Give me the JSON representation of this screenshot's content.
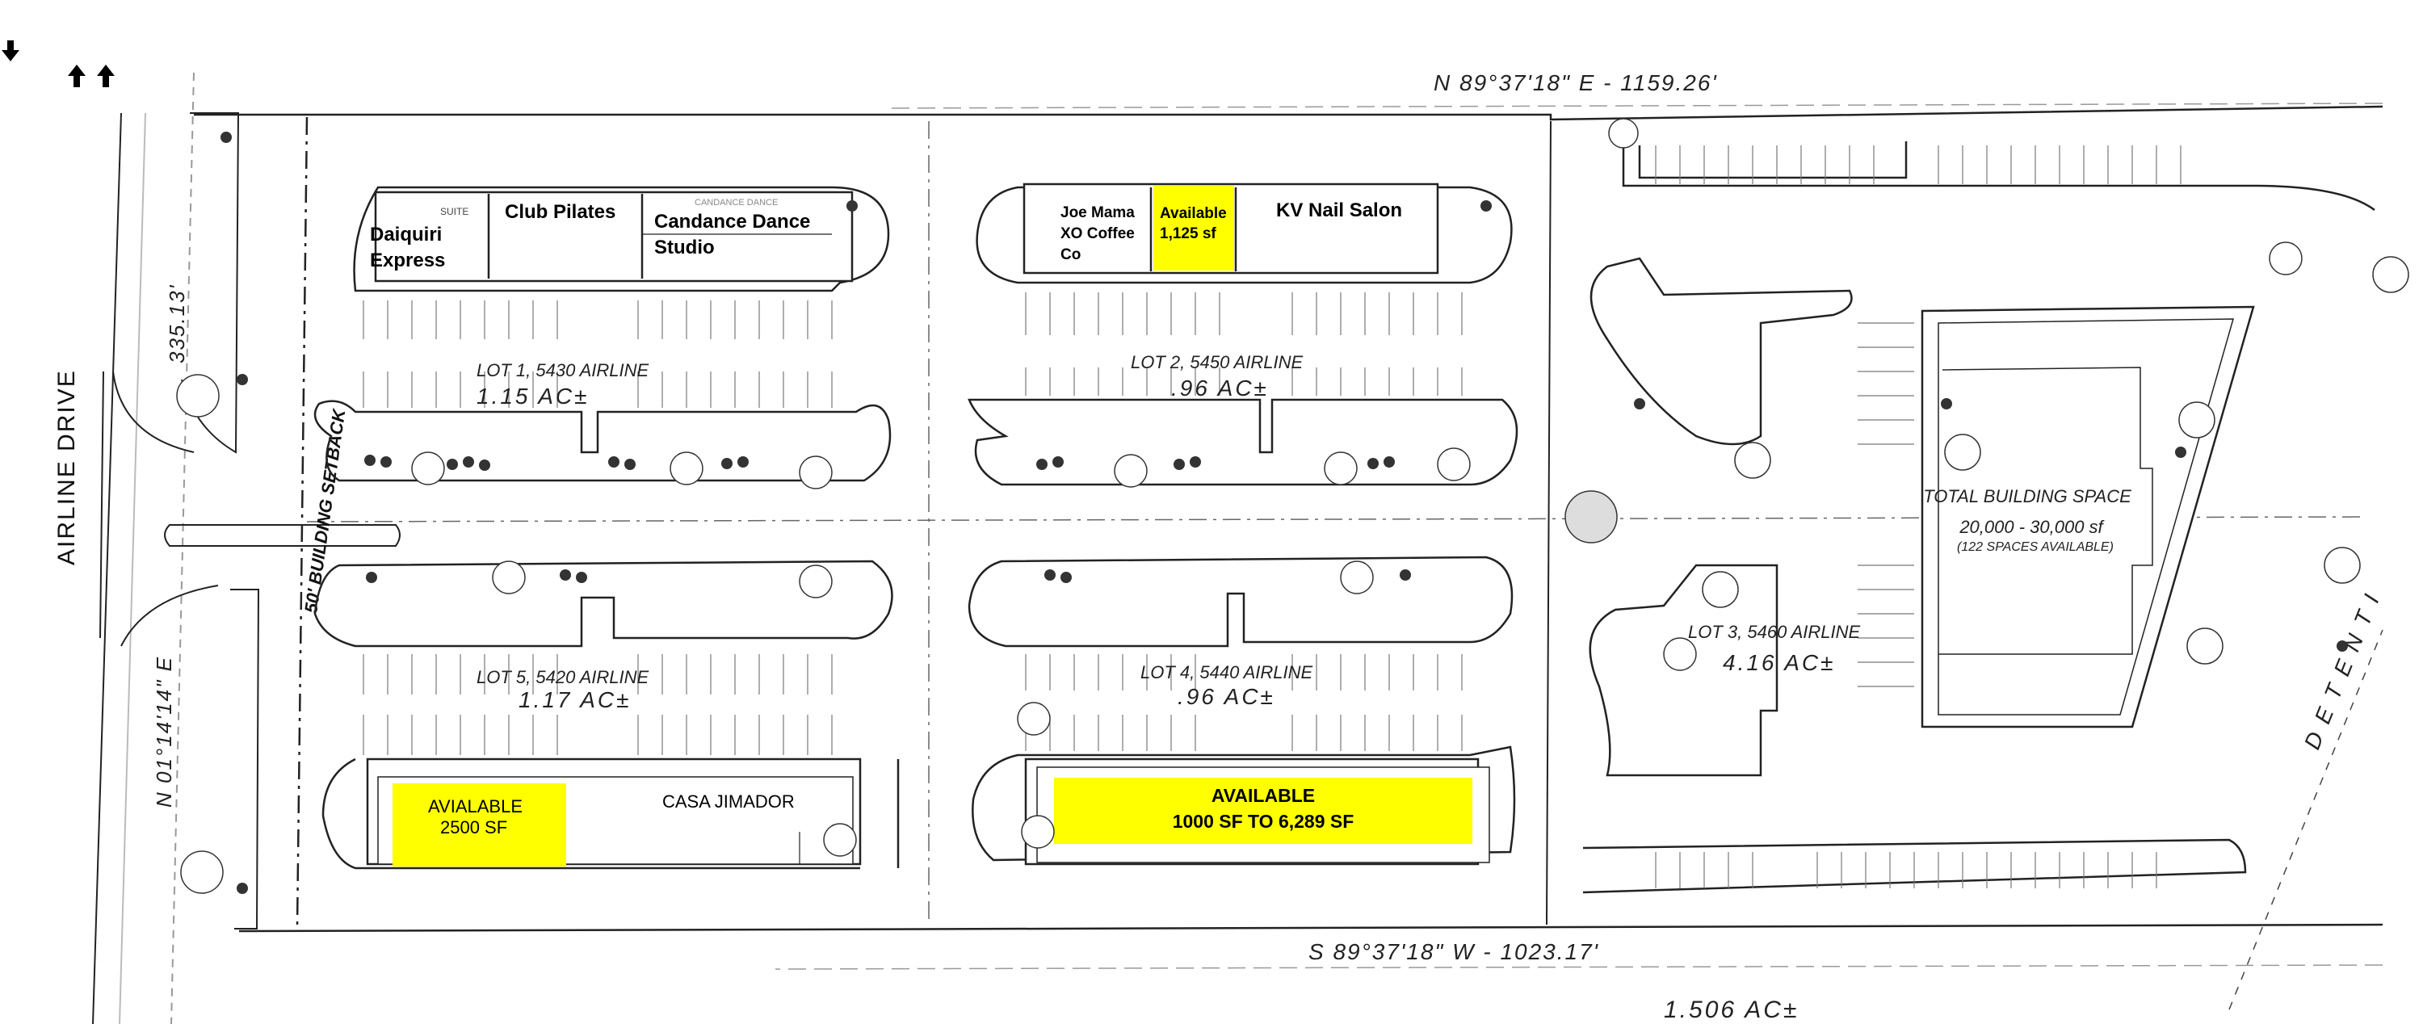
{
  "road": {
    "name": "AIRLINE DRIVE"
  },
  "bearings": {
    "north": "N 89°37'18\" E - 1159.26'",
    "south": "S 89°37'18\" W - 1023.17'",
    "west_bearing": "N 01°14'14\" E",
    "west_distance": "335.13'"
  },
  "setback": "50' BUILDING SETBACK",
  "detention": "DETENTI",
  "parcel_area": "1.506 AC±",
  "lots": [
    {
      "name": "LOT 1, 5430 AIRLINE",
      "area": "1.15 AC±"
    },
    {
      "name": "LOT 2, 5450 AIRLINE",
      "area": ".96 AC±"
    },
    {
      "name": "LOT 3, 5460 AIRLINE",
      "area": "4.16 AC±"
    },
    {
      "name": "LOT 4, 5440 AIRLINE",
      "area": ".96 AC±"
    },
    {
      "name": "LOT 5, 5420 AIRLINE",
      "area": "1.17 AC±"
    }
  ],
  "building_space": {
    "title": "TOTAL BUILDING SPACE",
    "size": "20,000 - 30,000 sf",
    "note": "(122 SPACES AVAILABLE)"
  },
  "tenants": {
    "suite_small": "SUITE",
    "daiquiri_1": "Daiquiri",
    "daiquiri_2": "Express",
    "club_pilates": "Club Pilates",
    "candance_faint": "CANDANCE DANCE",
    "candance_1": "Candance Dance",
    "candance_2": "Studio",
    "joe_1": "Joe Mama",
    "joe_2": "XO Coffee",
    "joe_3": "Co",
    "avail_lot2_1": "Available",
    "avail_lot2_2": "1,125 sf",
    "kv_nail": "KV Nail Salon",
    "avail_lot5_1": "AVIALABLE",
    "avail_lot5_2": "2500 SF",
    "casa": "CASA JIMADOR",
    "avail_lot4_1": "AVAILABLE",
    "avail_lot4_2": "1000 SF TO 6,289 SF"
  },
  "colors": {
    "highlight": "#ffff00",
    "linework": "#222222"
  },
  "icons": [
    "traffic-arrow-down-icon",
    "traffic-arrow-up-icon"
  ]
}
